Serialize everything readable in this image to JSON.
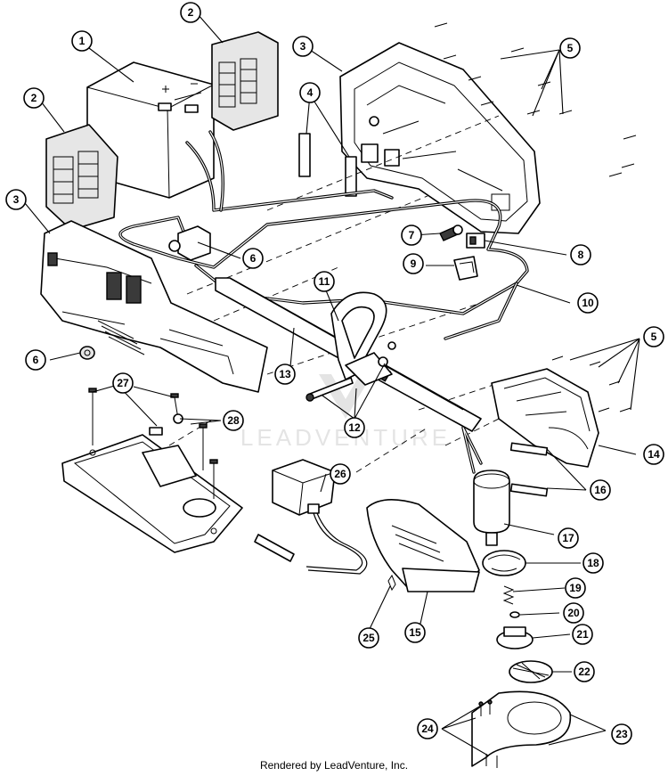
{
  "diagram": {
    "watermark": "LEADVENTURE",
    "footer": "Rendered by LeadVenture, Inc.",
    "callouts": {
      "c1": "1",
      "c2a": "2",
      "c2b": "2",
      "c3a": "3",
      "c3b": "3",
      "c4": "4",
      "c5a": "5",
      "c5b": "5",
      "c6a": "6",
      "c6b": "6",
      "c7": "7",
      "c8": "8",
      "c9": "9",
      "c10": "10",
      "c11": "11",
      "c12": "12",
      "c13": "13",
      "c14": "14",
      "c15": "15",
      "c16": "16",
      "c17": "17",
      "c18": "18",
      "c19": "19",
      "c20": "20",
      "c21": "21",
      "c22": "22",
      "c23": "23",
      "c24": "24",
      "c25": "25",
      "c26": "26",
      "c27": "27",
      "c28": "28"
    }
  }
}
